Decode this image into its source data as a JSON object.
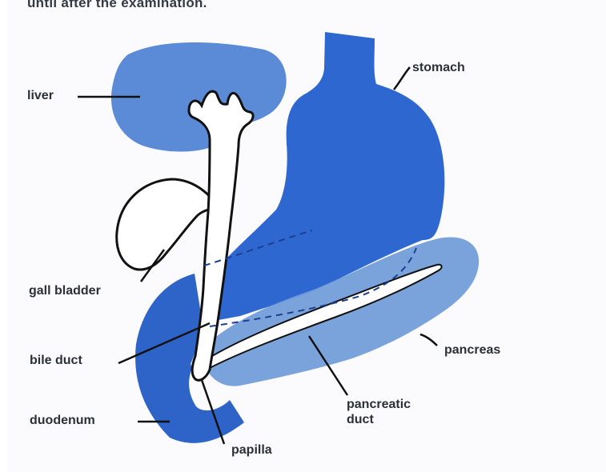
{
  "caption": "until after the examination.",
  "labels": {
    "liver": "liver",
    "stomach": "stomach",
    "gall_bladder": "gall bladder",
    "bile_duct": "bile duct",
    "pancreas": "pancreas",
    "pancreatic_duct": "pancreatic\nduct",
    "duodenum": "duodenum",
    "papilla": "papilla"
  },
  "colors": {
    "liver": "#5b8bd6",
    "stomach": "#2f67d0",
    "duodenum": "#2e64c8",
    "pancreas": "#6f9ad8",
    "outline": "#111111",
    "background": "#fbfbfd"
  }
}
